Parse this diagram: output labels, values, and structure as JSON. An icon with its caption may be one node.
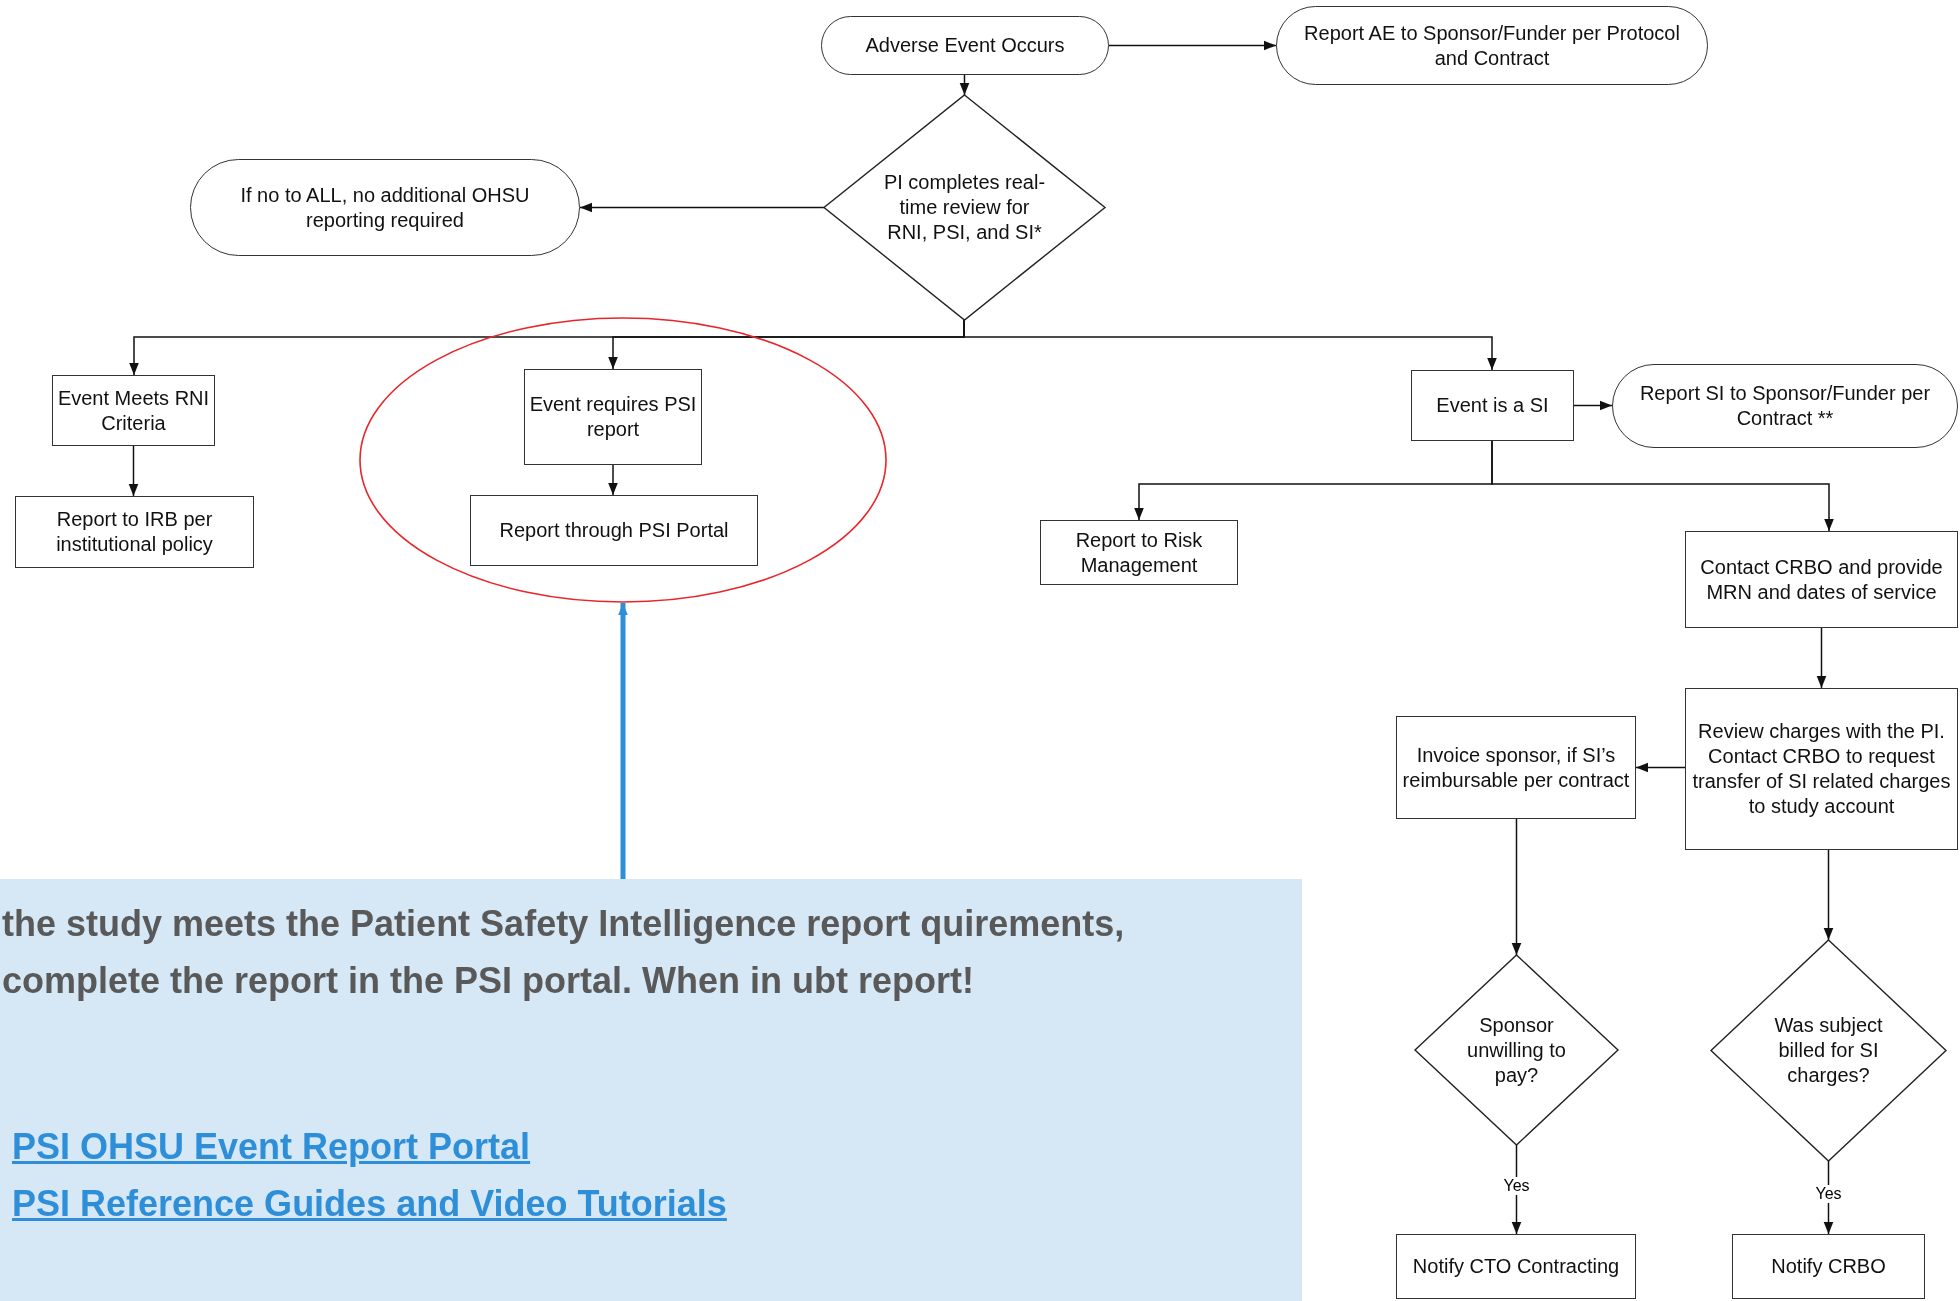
{
  "diagram": {
    "nodes": [
      {
        "text": [
          "Adverse Event Occurs"
        ]
      },
      {
        "text": [
          "Report AE to Sponsor/Funder per Protocol and Contract"
        ]
      },
      {
        "text": [
          "PI completes real-time review for RNI, PSI, and SI*"
        ]
      },
      {
        "text": [
          "If no to ALL, no additional OHSU reporting required"
        ]
      },
      {
        "text": [
          "Event Meets RNI Criteria"
        ]
      },
      {
        "text": [
          "Report to IRB per institutional policy"
        ]
      },
      {
        "text": [],
        "shape": "ellipse"
      },
      {
        "text": [
          "Event requires PSI report"
        ],
        "in": 6
      },
      {
        "text": [
          "Report through PSI Portal"
        ],
        "in": 6
      },
      {
        "text": [
          "Event is a SI"
        ]
      },
      {
        "text": [
          "Report SI to Sponsor/Funder per  Contract **"
        ]
      },
      {
        "text": [
          "Report to Risk Management"
        ]
      },
      {
        "text": [
          "Contact CRBO and provide MRN and dates of service"
        ]
      },
      {
        "text": [
          "Review charges with the PI. Contact CRBO to request transfer of SI related charges to study account"
        ]
      },
      {
        "text": [
          "Invoice sponsor, if SI’s reimbursable per contract"
        ]
      },
      {
        "text": [
          "Sponsor unwilling to pay?"
        ]
      },
      {
        "text": [
          "Was subject billed for SI charges?"
        ]
      },
      {
        "text": [
          "Notify CTO Contracting"
        ]
      },
      {
        "text": [
          "Notify CRBO"
        ]
      },
      {
        "text": [
          "the study meets the Patient Safety Intelligence report quirements, complete the report in the PSI portal.  When in ubt report!",
          "PSI OHSU Event Report Portal",
          "PSI Reference Guides and Video Tutorials"
        ]
      }
    ],
    "edges": [
      {
        "from": 0,
        "to": 1,
        "arrow": "to"
      },
      {
        "from": 0,
        "to": 2,
        "arrow": "to"
      },
      {
        "from": 2,
        "to": 3,
        "arrow": "to"
      },
      {
        "from": 2,
        "to": 4,
        "arrow": "to"
      },
      {
        "from": 2,
        "to": 7,
        "arrow": "to"
      },
      {
        "from": 2,
        "to": 9,
        "arrow": "to"
      },
      {
        "from": 4,
        "to": 5,
        "arrow": "to"
      },
      {
        "from": 7,
        "to": 8,
        "arrow": "to"
      },
      {
        "from": 9,
        "to": 10,
        "arrow": "to"
      },
      {
        "from": 9,
        "to": 11,
        "arrow": "to"
      },
      {
        "from": 9,
        "to": 12,
        "arrow": "to"
      },
      {
        "from": 12,
        "to": 13,
        "arrow": "to"
      },
      {
        "from": 13,
        "to": 14,
        "arrow": "to"
      },
      {
        "from": 14,
        "to": 15,
        "arrow": "to"
      },
      {
        "from": 13,
        "to": 16,
        "arrow": "to"
      },
      {
        "from": 15,
        "to": 17,
        "arrow": "to",
        "label": "Yes"
      },
      {
        "from": 16,
        "to": 18,
        "arrow": "to",
        "label": "Yes"
      },
      {
        "from": 19,
        "to": 6,
        "arrow": "to",
        "style": "thick",
        "color": "#2e8fd8"
      }
    ]
  }
}
